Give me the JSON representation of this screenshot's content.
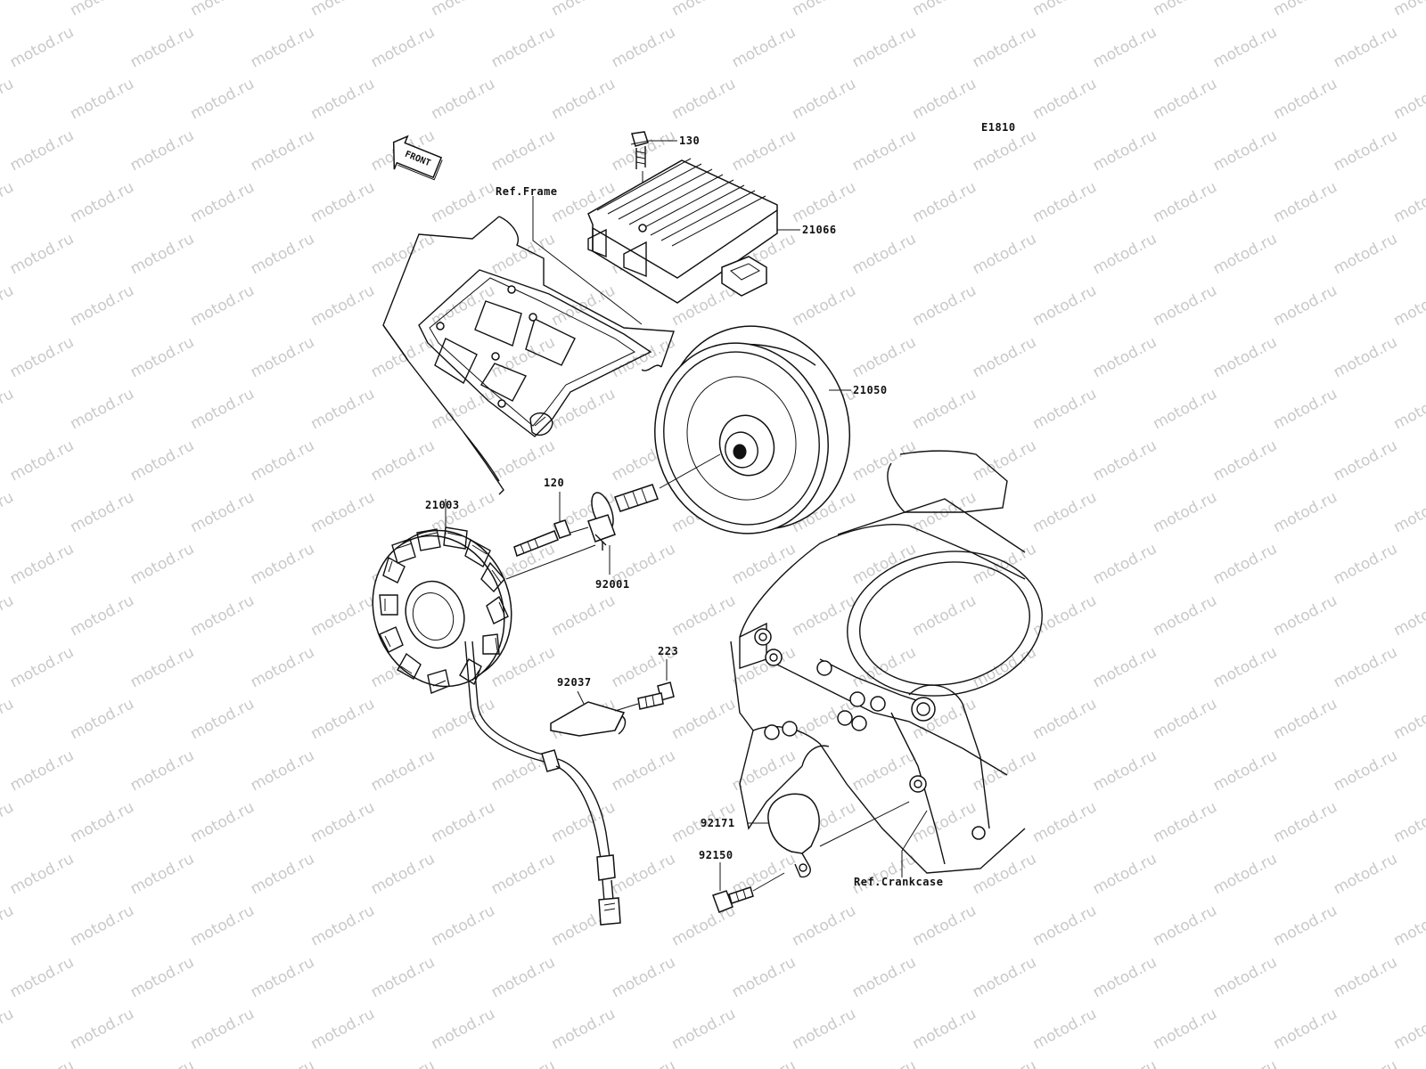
{
  "diagram": {
    "code": "E1810",
    "front_label": "FRONT",
    "watermark": "motod.ru",
    "refs": {
      "frame": "Ref.Frame",
      "crankcase": "Ref.Crankcase"
    },
    "parts": {
      "p130": "130",
      "p21066": "21066",
      "p21050": "21050",
      "p120": "120",
      "p21003": "21003",
      "p92001": "92001",
      "p223": "223",
      "p92037": "92037",
      "p92171": "92171",
      "p92150": "92150"
    }
  }
}
